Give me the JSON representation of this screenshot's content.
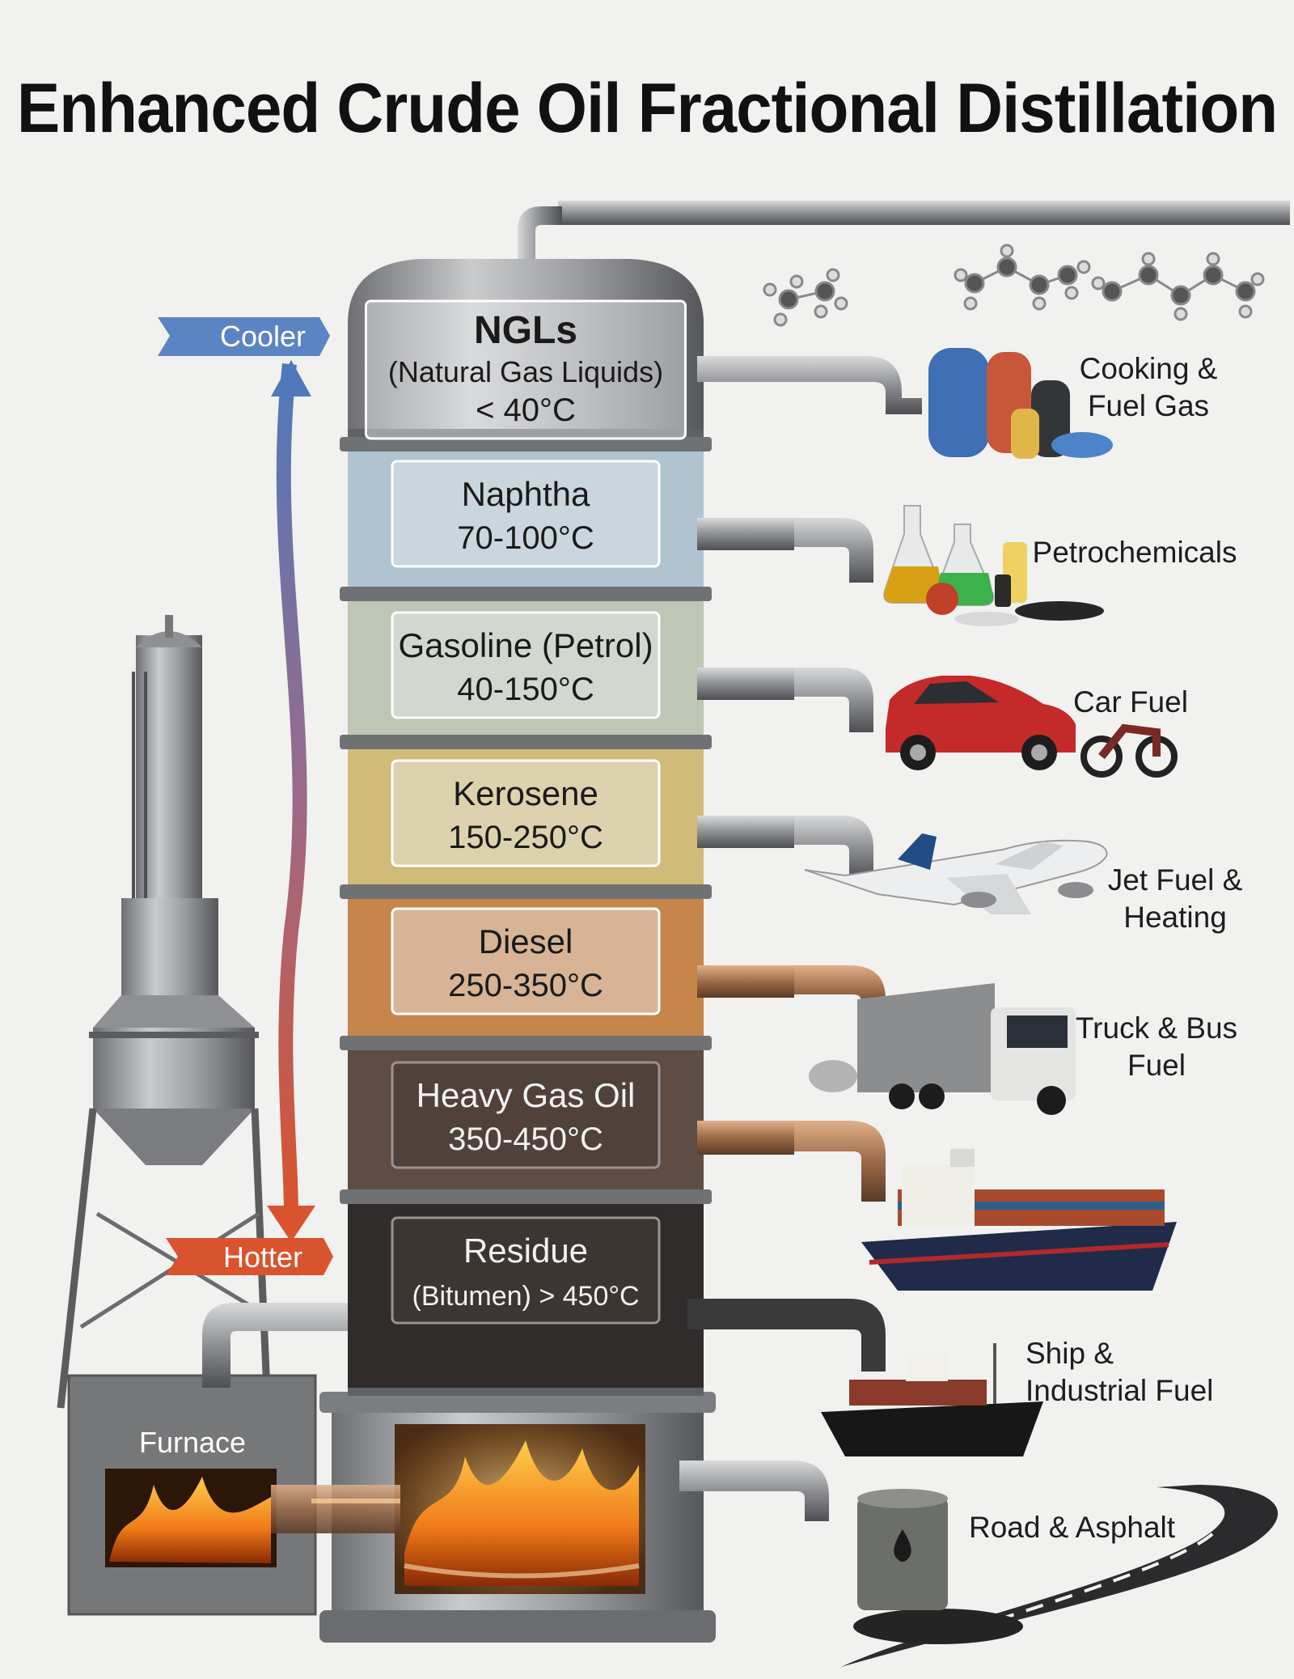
{
  "title": "Enhanced Crude Oil Fractional Distillation",
  "gradient_labels": {
    "top": "Cooler",
    "bottom": "Hotter"
  },
  "furnace_label": "Furnace",
  "fractions": [
    {
      "name": "NGLs",
      "detail": "(Natural Gas Liquids)",
      "temp": "< 40°C",
      "color": "#b9bcc0"
    },
    {
      "name": "Naphtha",
      "temp": "70-100°C",
      "color": "#b8cfdc"
    },
    {
      "name": "Gasoline (Petrol)",
      "temp": "40-150°C",
      "color": "#c9d2bd"
    },
    {
      "name": "Kerosene",
      "temp": "150-250°C",
      "color": "#ddc77a"
    },
    {
      "name": "Diesel",
      "temp": "250-350°C",
      "color": "#d08a48"
    },
    {
      "name": "Heavy Gas Oil",
      "temp": "350-450°C",
      "color": "#5f4a3e"
    },
    {
      "name": "Residue",
      "temp": "(Bitumen) > 450°C",
      "color": "#2b2725"
    }
  ],
  "uses": [
    {
      "line1": "Cooking &",
      "line2": "Fuel Gas",
      "icon": "gas-cylinders-icon"
    },
    {
      "line1": "Petrochemicals",
      "icon": "lab-flasks-icon"
    },
    {
      "line1": "Car Fuel",
      "icon": "car-icon"
    },
    {
      "line1": "Jet Fuel &",
      "line2": "Heating",
      "icon": "airplane-icon"
    },
    {
      "line1": "Truck & Bus",
      "line2": "Fuel",
      "icon": "truck-icon"
    },
    {
      "line1": "Ship &",
      "line2": "Industrial Fuel",
      "icon": "ship-icon"
    },
    {
      "line1": "Road & Asphalt",
      "icon": "road-icon"
    }
  ]
}
